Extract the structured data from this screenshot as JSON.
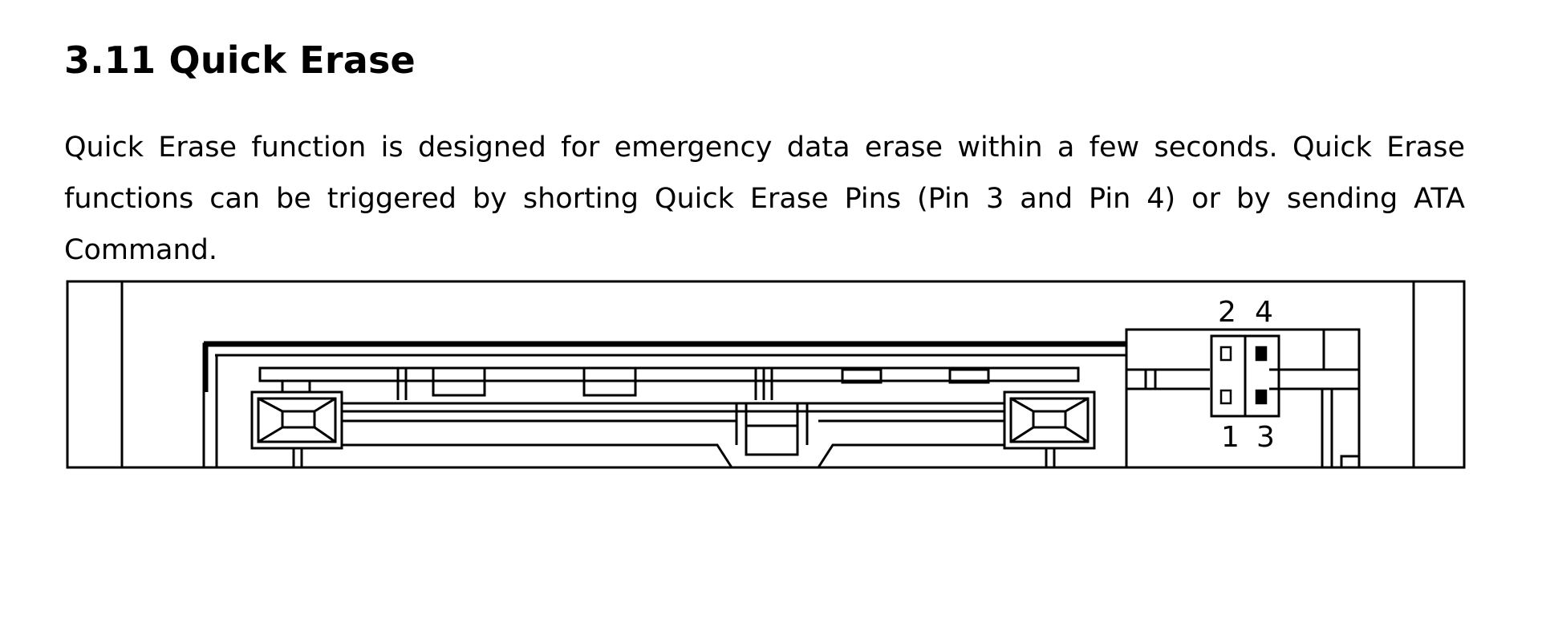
{
  "section": {
    "title": "3.11 Quick Erase",
    "paragraph": "Quick Erase function is designed for emergency data erase within a few seconds. Quick Erase functions can be triggered by shorting Quick Erase Pins (Pin 3 and Pin 4) or by sending ATA Command."
  },
  "figure": {
    "pin_labels_top": [
      "2",
      "4"
    ],
    "pin_labels_bottom": [
      "1",
      "3"
    ],
    "line_color": "#000000",
    "shorted_pins": [
      "3",
      "4"
    ]
  }
}
